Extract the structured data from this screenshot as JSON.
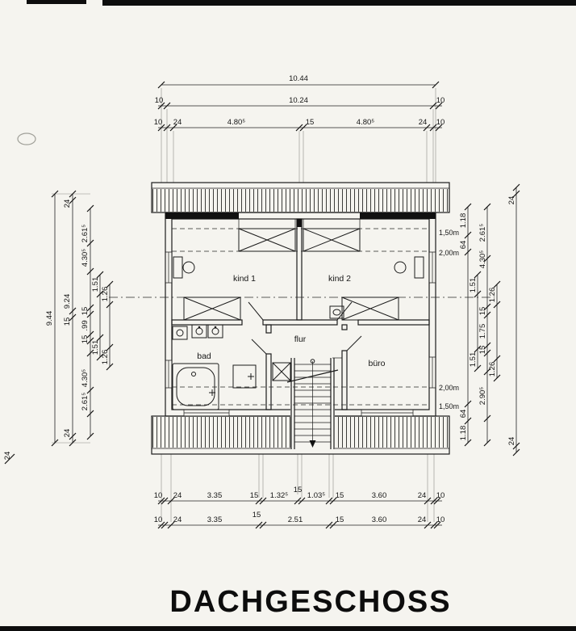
{
  "title": "DACHGESCHOSS",
  "rooms": {
    "kind1": "kind 1",
    "kind2": "kind 2",
    "flur": "flur",
    "bad": "bad",
    "buero": "büro"
  },
  "heights": [
    "1,50m",
    "2,00m",
    "2,00m",
    "1,50m"
  ],
  "dims_top": {
    "total": "10.44",
    "row2": [
      "10",
      "10.24",
      "10"
    ],
    "row3": [
      "10",
      "24",
      "4.80⁵",
      "15",
      "4.80⁵",
      "24",
      "10"
    ]
  },
  "dims_bottom": {
    "row1": [
      "10",
      "24",
      "3.35",
      "15",
      "1.32⁵",
      "15",
      "1.03⁵",
      "15",
      "3.60",
      "24",
      "10"
    ],
    "row2": [
      "10",
      "24",
      "3.35",
      "15",
      "2.51",
      "15",
      "3.60",
      "24",
      "10"
    ]
  },
  "dims_left": {
    "total": "9.44",
    "col2": [
      "24",
      "9.24",
      "15",
      "24"
    ],
    "col3": [
      "2.61⁵",
      "4.30⁵",
      "15",
      ".99",
      "15",
      "4.30⁵",
      "2.61⁵"
    ],
    "col4": [
      "1.51",
      "1.51"
    ],
    "col5": [
      "1.26",
      "1.26"
    ],
    "corner": "24"
  },
  "dims_right": {
    "col1": [
      "1.18",
      "64",
      "64",
      "1.18"
    ],
    "col2": [
      "2.61⁵",
      "4.30⁵",
      "15",
      "1.75",
      "15",
      "2.90⁵"
    ],
    "col3": [
      "1.51",
      "1.51"
    ],
    "col4": [
      "1.26",
      "1.26"
    ],
    "outer": [
      "24",
      "24"
    ]
  }
}
